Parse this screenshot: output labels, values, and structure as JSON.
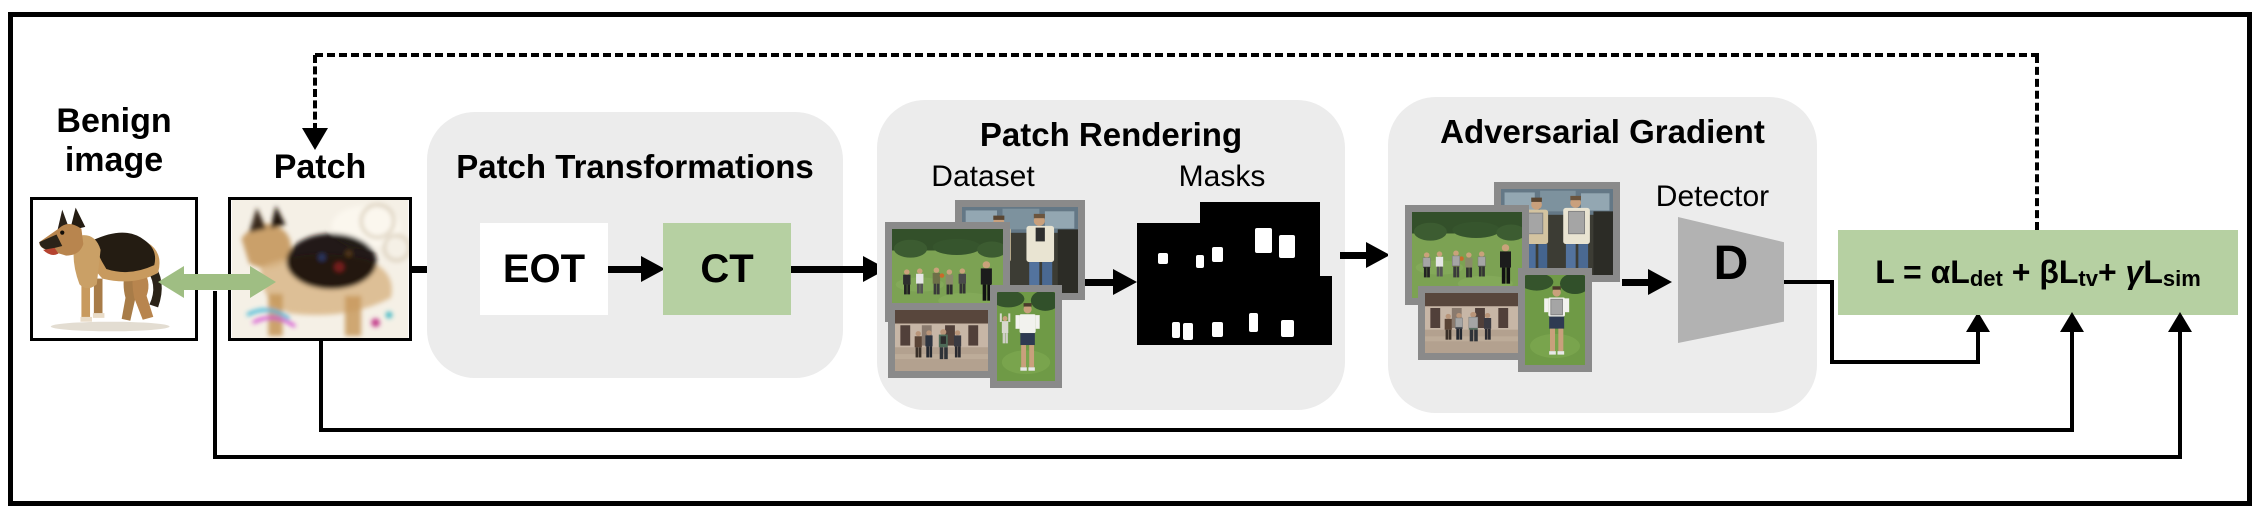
{
  "figure": {
    "benign_label": {
      "line1": "Benign",
      "line2": "image"
    },
    "patch_label": "Patch",
    "patch_transformations": {
      "title": "Patch Transformations",
      "eot": "EOT",
      "ct": "CT"
    },
    "patch_rendering": {
      "title": "Patch Rendering",
      "dataset": "Dataset",
      "masks": "Masks"
    },
    "adversarial_gradient": {
      "title": "Adversarial Gradient",
      "detector": "Detector",
      "d": "D"
    },
    "loss": {
      "s1": "L = αL",
      "sub1": "det",
      "s2": " + βL",
      "sub2": "tv",
      "s3": "+ ",
      "gamma": "γ",
      "s4": "L",
      "sub3": "sim"
    },
    "colors": {
      "accent_green": "#b6d0a2",
      "arrow_green": "#9fbe83",
      "container_gray": "#ececec",
      "detector_gray": "#b2b2b2",
      "photo_frame_gray": "#8a8a8a",
      "line_black": "#000000"
    }
  }
}
